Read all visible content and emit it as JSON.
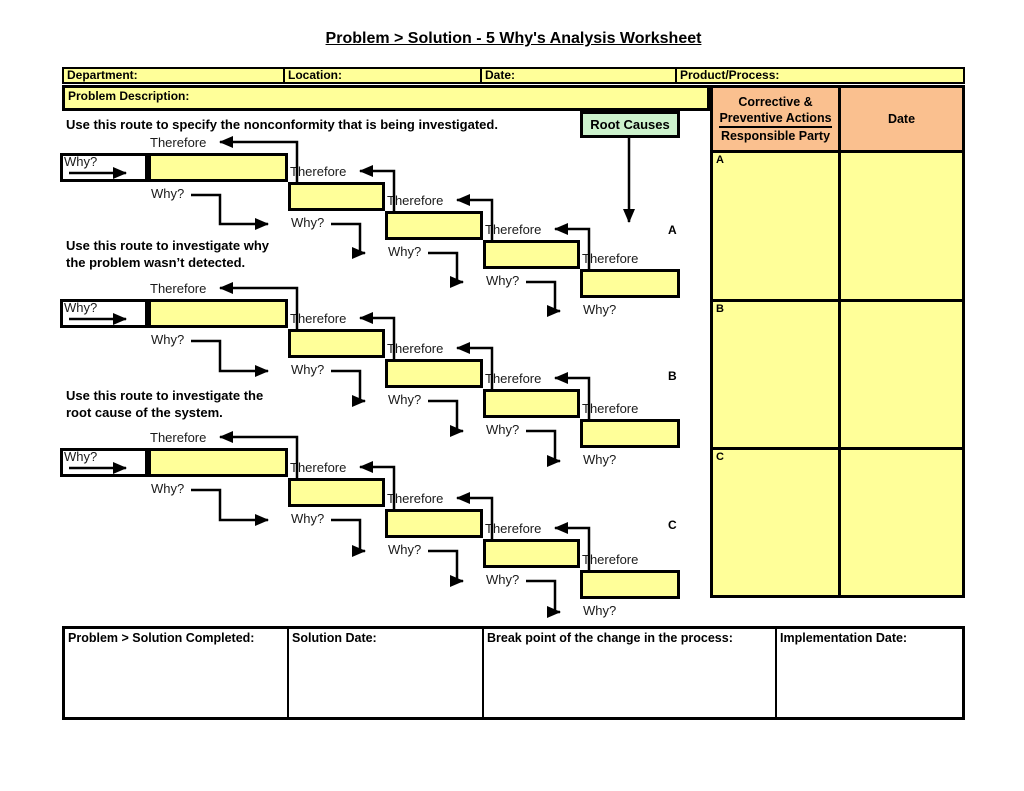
{
  "title": "Problem > Solution - 5 Why's Analysis Worksheet",
  "header_fields": [
    {
      "label": "Department:"
    },
    {
      "label": "Location:"
    },
    {
      "label": "Date:"
    },
    {
      "label": "Product/Process:"
    }
  ],
  "problem_description": {
    "label": "Problem Description:"
  },
  "root_causes_label": "Root Causes",
  "instructions": [
    {
      "lines": [
        "Use this route to specify the nonconformity that is being investigated."
      ]
    },
    {
      "lines": [
        "Use this route to investigate why",
        "the problem wasn’t detected."
      ]
    },
    {
      "lines": [
        "Use this route to investigate the",
        "root cause of the system."
      ]
    }
  ],
  "diagram": {
    "why_label": "Why?",
    "therefore_label": "Therefore",
    "boxes_per_cascade": 5,
    "cascades": [
      {
        "letter": "A"
      },
      {
        "letter": "B"
      },
      {
        "letter": "C"
      }
    ]
  },
  "actions_panel": {
    "header_col1_lines": [
      "Corrective &",
      "Preventive Actions",
      "Responsible Party"
    ],
    "header_col2": "Date",
    "rows": [
      {
        "letter": "A"
      },
      {
        "letter": "B"
      },
      {
        "letter": "C"
      }
    ]
  },
  "footer_fields": [
    {
      "label": "Problem > Solution Completed:"
    },
    {
      "label": "Solution Date:"
    },
    {
      "label": "Break point of the change in the process:"
    },
    {
      "label": "Implementation Date:"
    }
  ],
  "colors": {
    "cell_yellow": "#FFFF99",
    "header_orange": "#FAC08F",
    "root_causes_green": "#CCF2CC",
    "border_black": "#000000"
  }
}
